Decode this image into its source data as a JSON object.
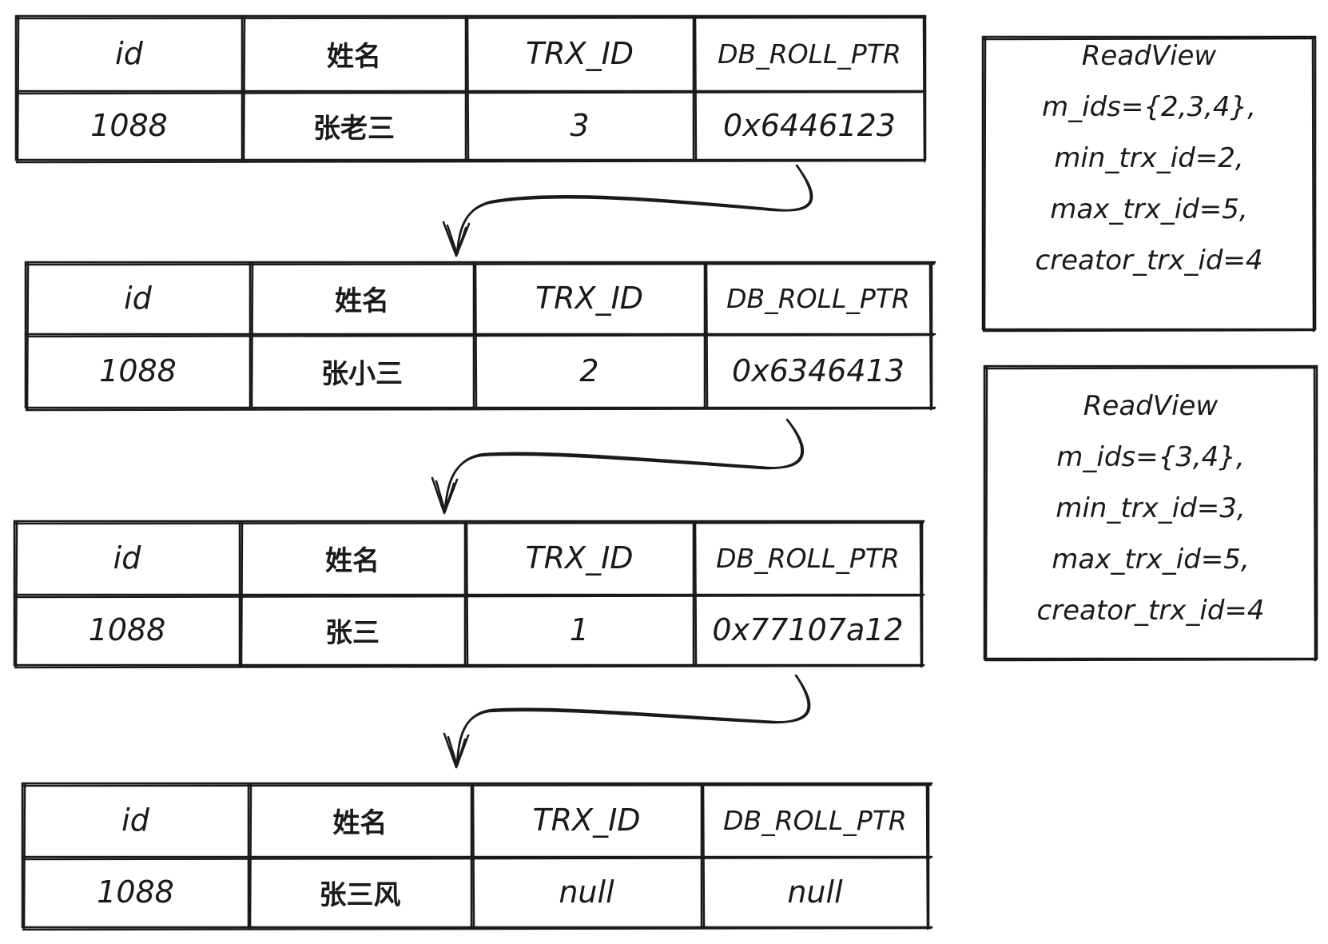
{
  "records": [
    {
      "headers": [
        "id",
        "姓名",
        "TRX_ID",
        "DB_ROLL_PTR"
      ],
      "values": [
        "1088",
        "张老三",
        "3",
        "0x6446123"
      ]
    },
    {
      "headers": [
        "id",
        "姓名",
        "TRX_ID",
        "DB_ROLL_PTR"
      ],
      "values": [
        "1088",
        "张小三",
        "2",
        "0x6346413"
      ]
    },
    {
      "headers": [
        "id",
        "姓名",
        "TRX_ID",
        "DB_ROLL_PTR"
      ],
      "values": [
        "1088",
        "张三",
        "1",
        "0x77107a12"
      ]
    },
    {
      "headers": [
        "id",
        "姓名",
        "TRX_ID",
        "DB_ROLL_PTR"
      ],
      "values": [
        "1088",
        "张三风",
        "null",
        "null"
      ]
    }
  ],
  "read_views": [
    {
      "title": "ReadView",
      "lines": [
        "m_ids={2,3,4},",
        "min_trx_id=2,",
        "max_trx_id=5,",
        "creator_trx_id=4"
      ]
    },
    {
      "title": "ReadView",
      "lines": [
        "m_ids={3,4},",
        "min_trx_id=3,",
        "max_trx_id=5,",
        "creator_trx_id=4"
      ]
    }
  ]
}
